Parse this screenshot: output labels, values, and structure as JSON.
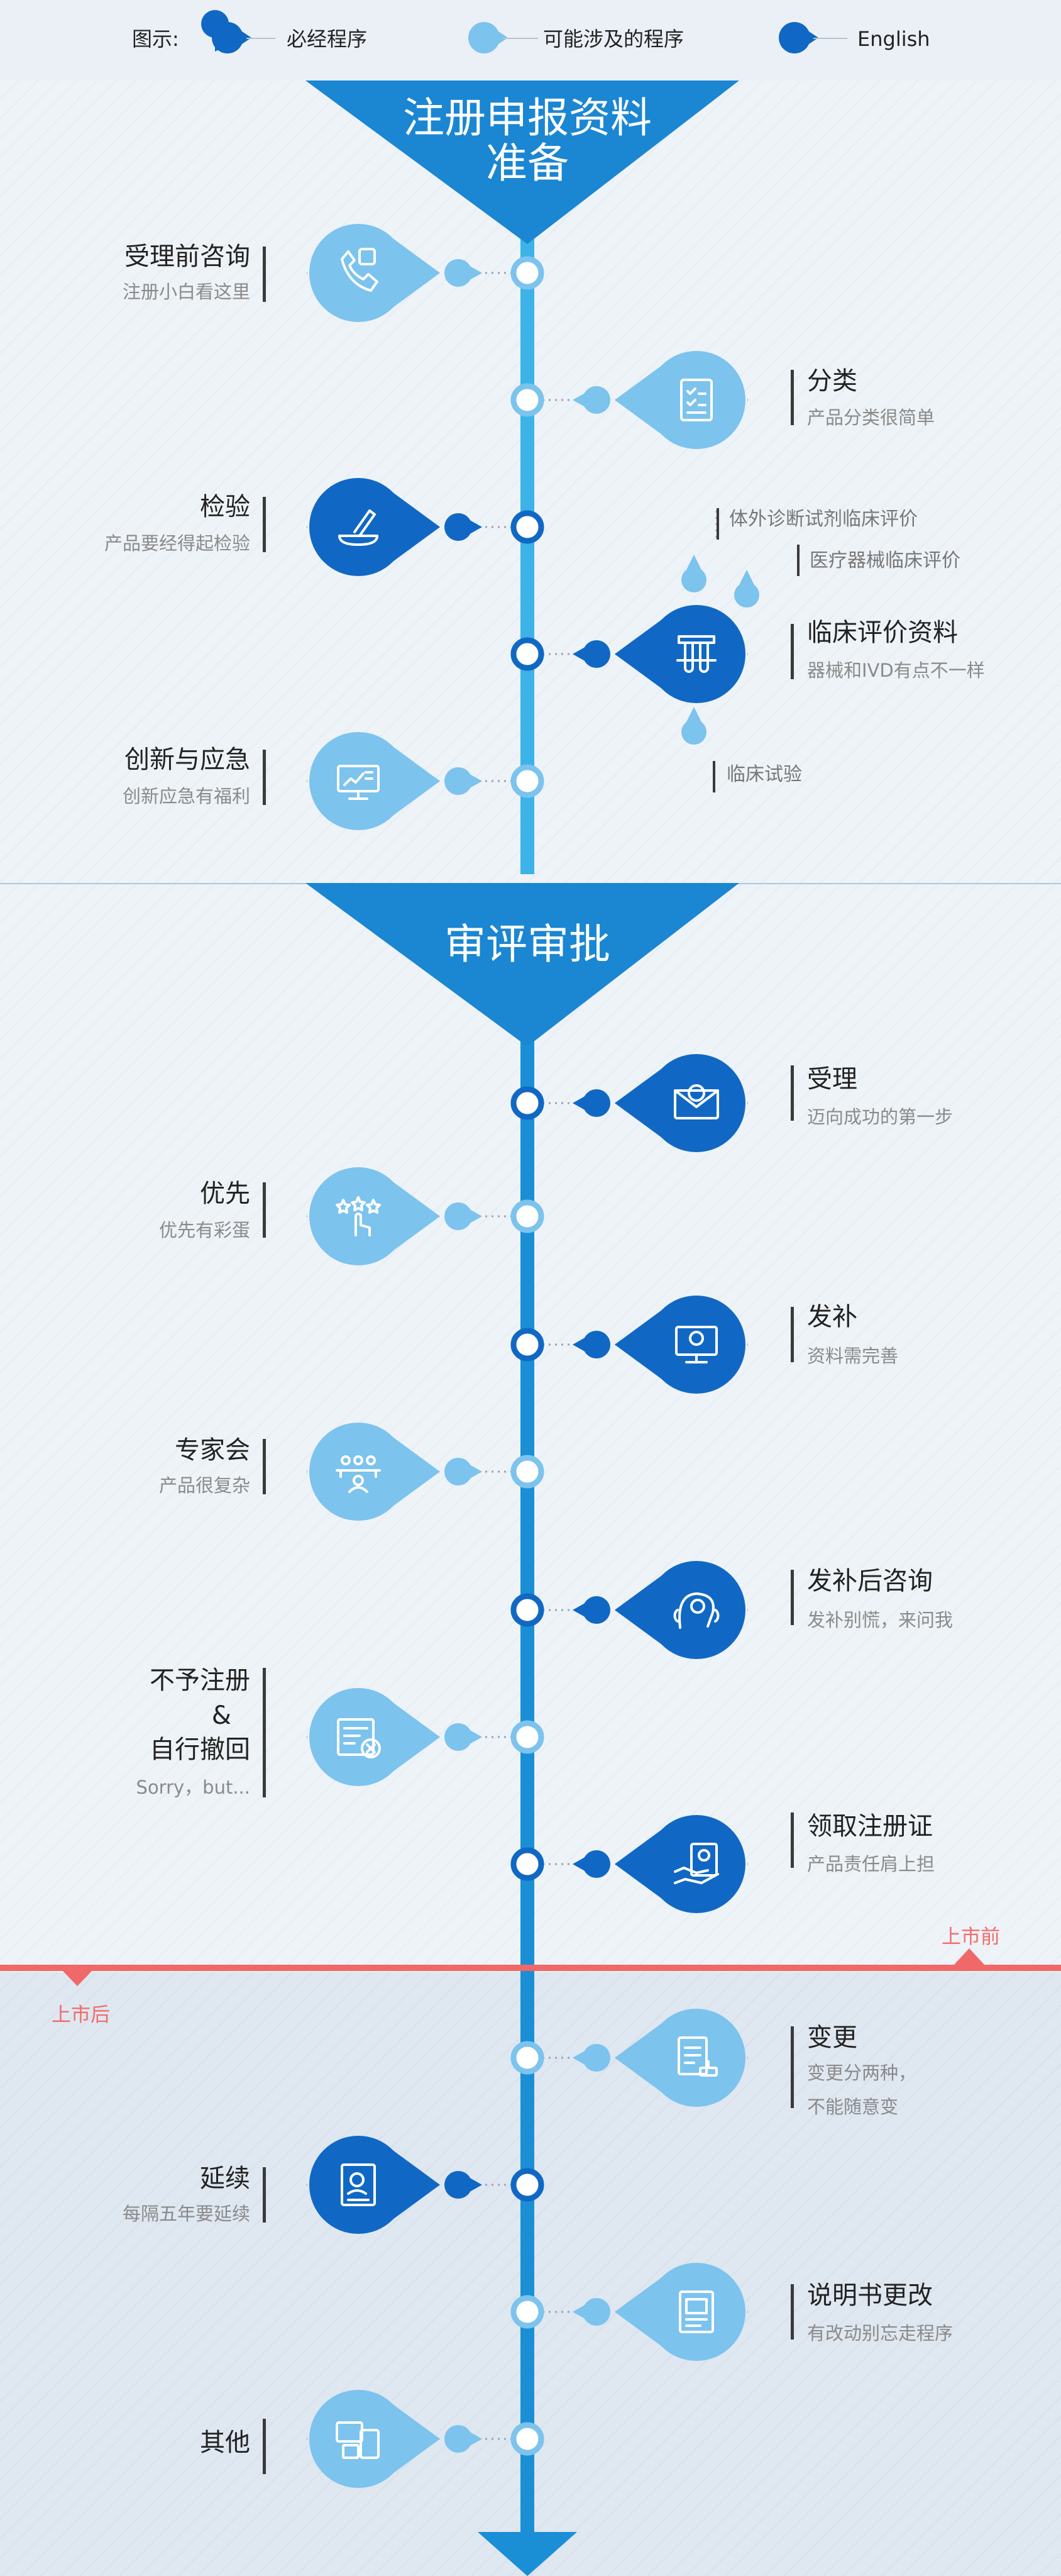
{
  "legend": {
    "prefix": "图示:",
    "items": [
      {
        "label": "必经程序",
        "icon": "dark-drop-icon",
        "color": "#1068c4"
      },
      {
        "label": "可能涉及的程序",
        "icon": "light-drop-icon",
        "color": "#7cc3ee"
      },
      {
        "label": "English",
        "icon": "dark-drop-icon",
        "color": "#1068c4"
      }
    ]
  },
  "sections": {
    "prep": {
      "title_line1": "注册申报资料",
      "title_line2": "准备"
    },
    "review": {
      "title": "审评审批"
    }
  },
  "steps": {
    "consult": {
      "title": "受理前咨询",
      "subtitle": "注册小白看这里",
      "icon": "phone-question-icon",
      "kind": "optional"
    },
    "classify": {
      "title": "分类",
      "subtitle": "产品分类很简单",
      "icon": "clipboard-checklist-icon",
      "kind": "optional"
    },
    "inspect": {
      "title": "检验",
      "subtitle": "产品要经得起检验",
      "icon": "test-dropper-icon",
      "kind": "required"
    },
    "clinical": {
      "title": "临床评价资料",
      "subtitle": "器械和IVD有点不一样",
      "icon": "test-tubes-icon",
      "kind": "required"
    },
    "clinical_ivd": {
      "title": "体外诊断试剂临床评价"
    },
    "clinical_device": {
      "title": "医疗器械临床评价"
    },
    "clinical_trial": {
      "title": "临床试验"
    },
    "innovate": {
      "title": "创新与应急",
      "subtitle": "创新应急有福利",
      "icon": "monitor-chart-icon",
      "kind": "optional"
    },
    "accept": {
      "title": "受理",
      "subtitle": "迈向成功的第一步",
      "icon": "mail-check-icon",
      "kind": "required"
    },
    "priority": {
      "title": "优先",
      "subtitle": "优先有彩蛋",
      "icon": "stars-hand-icon",
      "kind": "optional"
    },
    "supplement": {
      "title": "发补",
      "subtitle": "资料需完善",
      "icon": "monitor-award-icon",
      "kind": "required"
    },
    "expert": {
      "title": "专家会",
      "subtitle": "产品很复杂",
      "icon": "meeting-people-icon",
      "kind": "optional"
    },
    "post_consult": {
      "title": "发补后咨询",
      "subtitle": "发补别慌，来问我",
      "icon": "headset-person-icon",
      "kind": "required"
    },
    "reject": {
      "title_l1": "不予注册",
      "title_l2": "&",
      "title_l3": "自行撤回",
      "subtitle": "Sorry，but...",
      "icon": "form-reject-icon",
      "kind": "optional"
    },
    "certificate": {
      "title": "领取注册证",
      "subtitle": "产品责任肩上担",
      "icon": "hand-certificate-icon",
      "kind": "required"
    },
    "change": {
      "title": "变更",
      "subtitle_l1": "变更分两种，",
      "subtitle_l2": "不能随意变",
      "icon": "document-stamp-icon",
      "kind": "optional"
    },
    "renew": {
      "title": "延续",
      "subtitle": "每隔五年要延续",
      "icon": "id-document-icon",
      "kind": "required"
    },
    "manual": {
      "title": "说明书更改",
      "subtitle": "有改动别忘走程序",
      "icon": "document-image-icon",
      "kind": "optional"
    },
    "other": {
      "title": "其他",
      "icon": "devices-icon",
      "kind": "optional"
    }
  },
  "markers": {
    "pre_market": "上市前",
    "post_market": "上市后"
  },
  "colors": {
    "dark": "#1068c4",
    "light": "#7cc3ee",
    "track": "#1a8fd6",
    "title_fill": "#1b86d2",
    "divider": "#f06868"
  }
}
